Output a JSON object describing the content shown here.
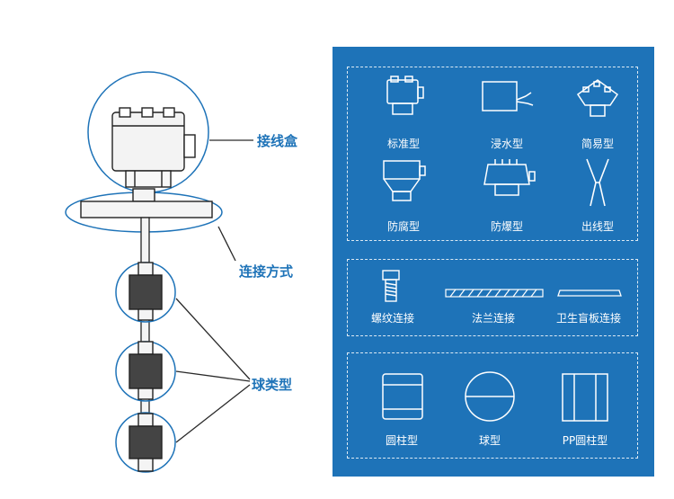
{
  "callouts": {
    "junction_box": "接线盒",
    "connection_method": "连接方式",
    "ball_type": "球类型"
  },
  "panel": {
    "housing_types": [
      "标准型",
      "浸水型",
      "简易型",
      "防腐型",
      "防爆型",
      "出线型"
    ],
    "connection_types": [
      "螺纹连接",
      "法兰连接",
      "卫生盲板连接"
    ],
    "float_types": [
      "圆柱型",
      "球型",
      "PP圆柱型"
    ]
  },
  "colors": {
    "accent": "#1e73b8",
    "line": "#2a2a2a",
    "panel_text": "#ffffff"
  }
}
